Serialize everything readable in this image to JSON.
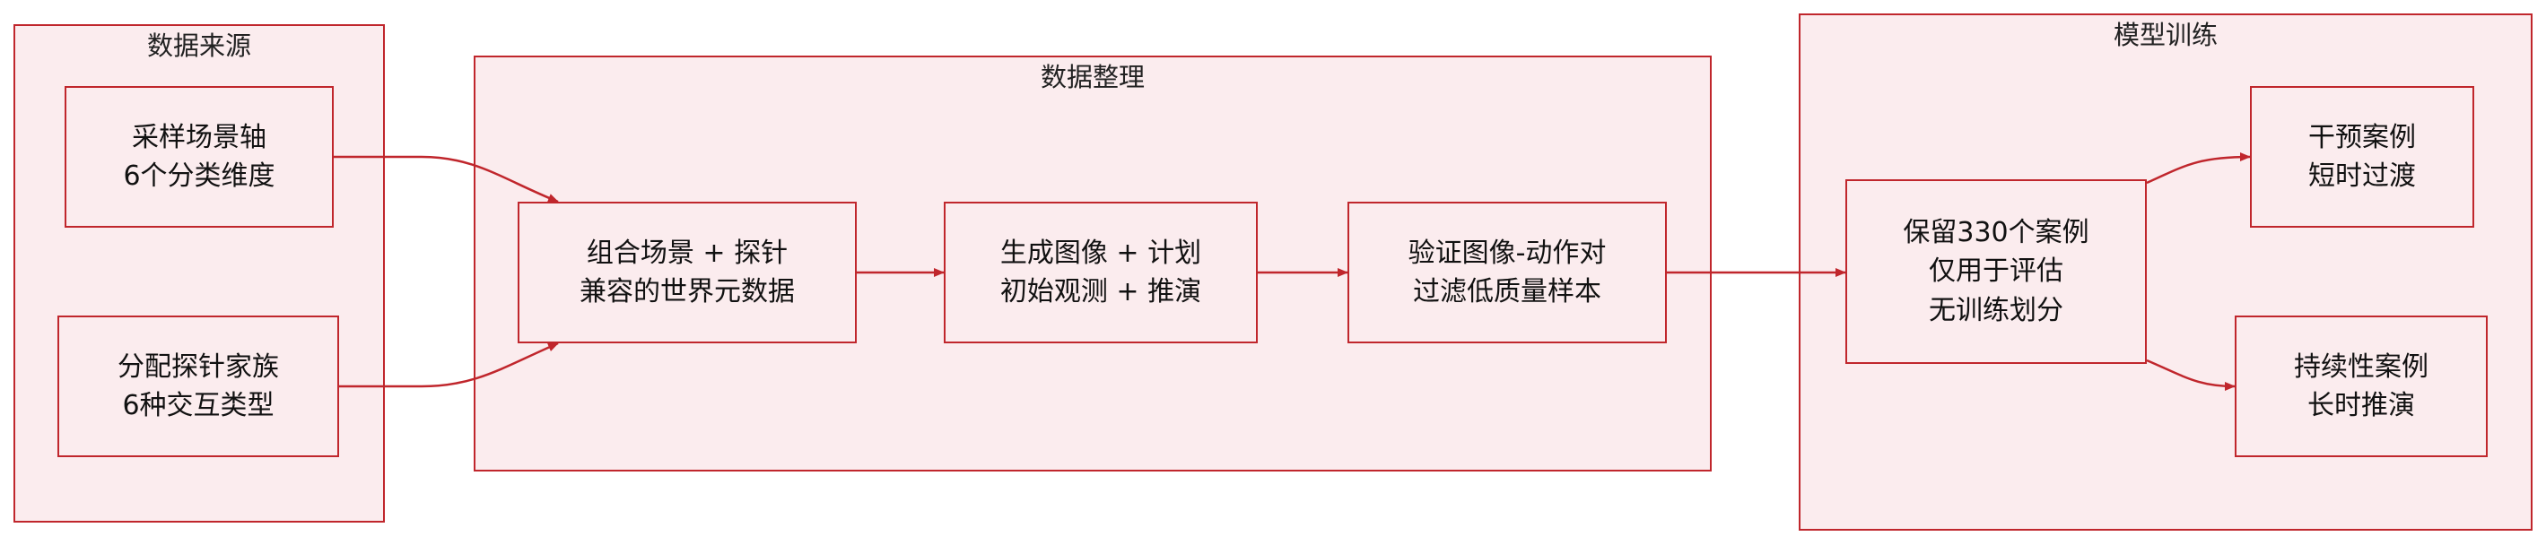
{
  "colors": {
    "border": "#c0262c",
    "fill": "#fbecee",
    "edge": "#c0262c"
  },
  "clusters": {
    "source": {
      "title": "数据来源"
    },
    "curation": {
      "title": "数据整理"
    },
    "training": {
      "title": "模型训练"
    }
  },
  "nodes": {
    "sample_axes": {
      "line1": "采样场景轴",
      "line2": "6个分类维度"
    },
    "assign_probes": {
      "line1": "分配探针家族",
      "line2": "6种交互类型"
    },
    "compose": {
      "line1": "组合场景 + 探针",
      "line2": "兼容的世界元数据"
    },
    "generate": {
      "line1": "生成图像 + 计划",
      "line2": "初始观测 + 推演"
    },
    "verify": {
      "line1": "验证图像-动作对",
      "line2": "过滤低质量样本"
    },
    "holdout": {
      "line1": "保留330个案例",
      "line2": "仅用于评估",
      "line3": "无训练划分"
    },
    "intervention": {
      "line1": "干预案例",
      "line2": "短时过渡"
    },
    "persistence": {
      "line1": "持续性案例",
      "line2": "长时推演"
    }
  }
}
